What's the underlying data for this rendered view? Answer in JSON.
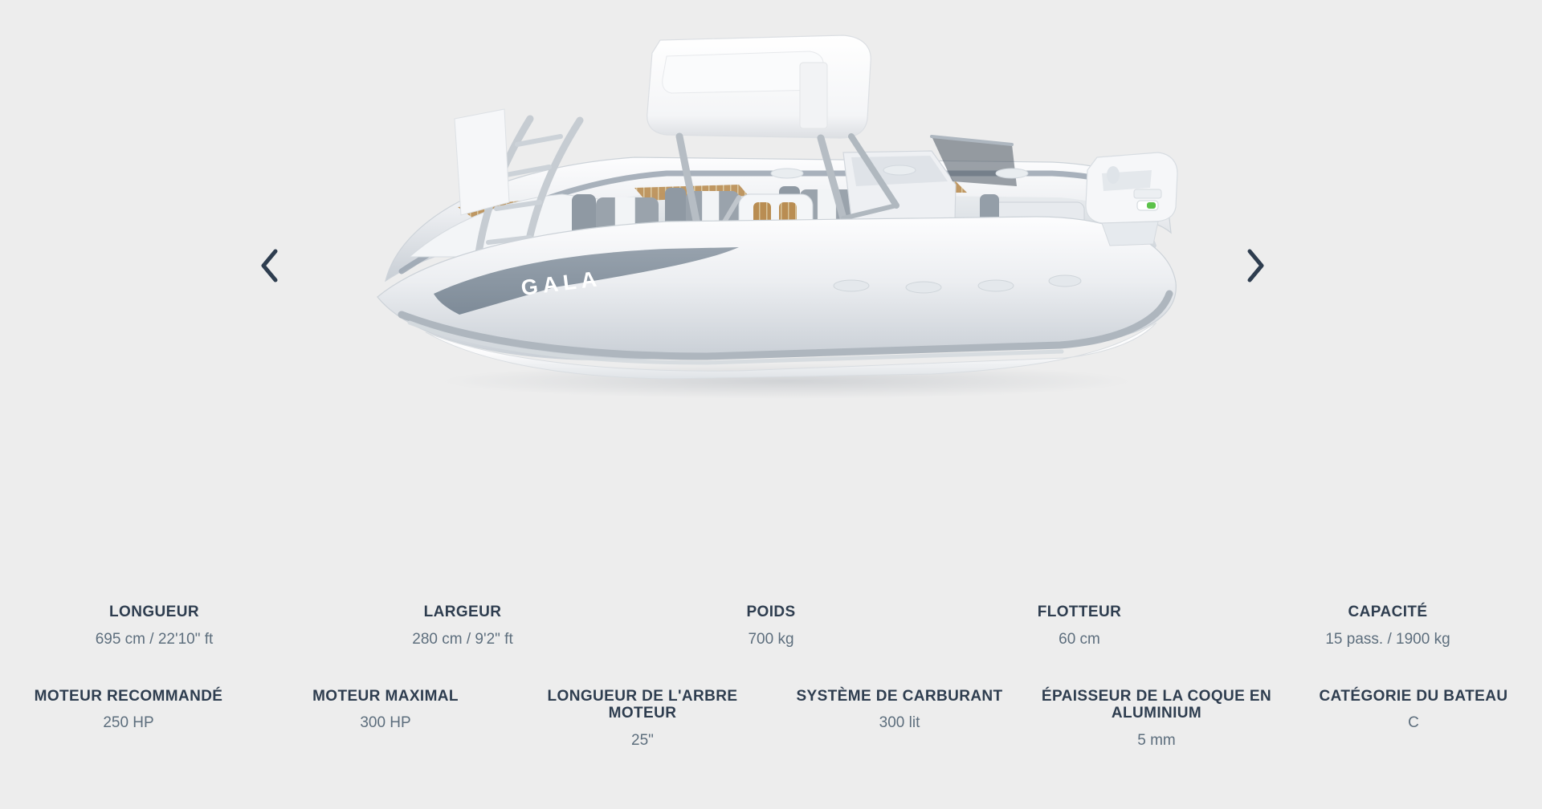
{
  "gallery": {
    "prev_label": "Image précédente",
    "next_label": "Image suivante",
    "prev_icon": "chevron-left-icon",
    "next_icon": "chevron-right-icon",
    "product_image_alt": "Bateau semi-rigide GALA vue trois-quarts",
    "brand_text": "GALA",
    "background_color": "#ededed"
  },
  "colors": {
    "label": "#2e3d4f",
    "value": "#5d6e7d",
    "arrow": "#2e3d4f",
    "hull_white": "#ffffff",
    "tube_grey": "#8b97a3",
    "teak": "#b58a4e",
    "accent_green": "#5cc24a"
  },
  "specs": {
    "row1": [
      {
        "label": "LONGUEUR",
        "value": "695 cm / 22'10\" ft"
      },
      {
        "label": "LARGEUR",
        "value": "280 cm / 9'2\" ft"
      },
      {
        "label": "POIDS",
        "value": "700 kg"
      },
      {
        "label": "FLOTTEUR",
        "value": "60 cm"
      },
      {
        "label": "CAPACITÉ",
        "value": "15 pass. / 1900 kg"
      }
    ],
    "row2": [
      {
        "label": "MOTEUR RECOMMANDÉ",
        "value": "250 HP"
      },
      {
        "label": "MOTEUR MAXIMAL",
        "value": "300  HP"
      },
      {
        "label": "LONGUEUR DE L'ARBRE MOTEUR",
        "value": "25\""
      },
      {
        "label": "SYSTÈME DE CARBURANT",
        "value": "300 lit"
      },
      {
        "label": "ÉPAISSEUR DE LA COQUE EN ALUMINIUM",
        "value": "5 mm"
      },
      {
        "label": "CATÉGORIE DU BATEAU",
        "value": "C"
      }
    ]
  }
}
